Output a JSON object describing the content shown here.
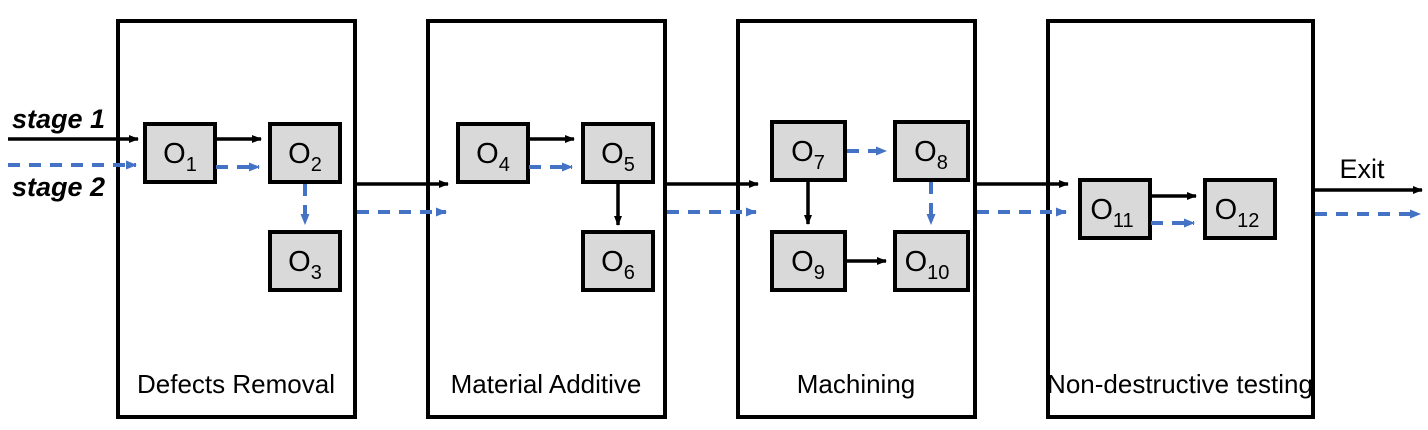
{
  "diagram": {
    "title": "Multi-stage manufacturing process flow",
    "colors": {
      "stage_border": "#000000",
      "operation_fill": "#D9D9D9",
      "operation_border": "#000000",
      "stage1_flow": "#000000",
      "stage2_flow": "#4472C4",
      "background": "#ffffff"
    },
    "flow_labels": {
      "stage1": "stage 1",
      "stage2": "stage 2",
      "exit": "Exit"
    },
    "stages": [
      {
        "id": "stage-defects-removal",
        "caption": "Defects Removal",
        "operations": [
          {
            "id": "O1",
            "base": "O",
            "sub": "1"
          },
          {
            "id": "O2",
            "base": "O",
            "sub": "2"
          },
          {
            "id": "O3",
            "base": "O",
            "sub": "3"
          }
        ],
        "edges": [
          {
            "from": "O1",
            "to": "O2",
            "type": "solid"
          },
          {
            "from": "O1",
            "to": "O2",
            "type": "dashed"
          },
          {
            "from": "O2",
            "to": "O3",
            "type": "dashed"
          }
        ]
      },
      {
        "id": "stage-material-additive",
        "caption": "Material Additive",
        "operations": [
          {
            "id": "O4",
            "base": "O",
            "sub": "4"
          },
          {
            "id": "O5",
            "base": "O",
            "sub": "5"
          },
          {
            "id": "O6",
            "base": "O",
            "sub": "6"
          }
        ],
        "edges": [
          {
            "from": "O4",
            "to": "O5",
            "type": "solid"
          },
          {
            "from": "O4",
            "to": "O5",
            "type": "dashed"
          },
          {
            "from": "O5",
            "to": "O6",
            "type": "solid"
          }
        ]
      },
      {
        "id": "stage-machining",
        "caption": "Machining",
        "operations": [
          {
            "id": "O7",
            "base": "O",
            "sub": "7"
          },
          {
            "id": "O8",
            "base": "O",
            "sub": "8"
          },
          {
            "id": "O9",
            "base": "O",
            "sub": "9"
          },
          {
            "id": "O10",
            "base": "O",
            "sub": "10"
          }
        ],
        "edges": [
          {
            "from": "O7",
            "to": "O8",
            "type": "dashed"
          },
          {
            "from": "O7",
            "to": "O9",
            "type": "solid"
          },
          {
            "from": "O9",
            "to": "O10",
            "type": "solid"
          },
          {
            "from": "O8",
            "to": "O10",
            "type": "dashed"
          }
        ]
      },
      {
        "id": "stage-non-destructive-testing",
        "caption": "Non-destructive testing",
        "operations": [
          {
            "id": "O11",
            "base": "O",
            "sub": "11"
          },
          {
            "id": "O12",
            "base": "O",
            "sub": "12"
          }
        ],
        "edges": [
          {
            "from": "O11",
            "to": "O12",
            "type": "solid"
          },
          {
            "from": "O11",
            "to": "O12",
            "type": "dashed"
          }
        ]
      }
    ],
    "inter_stage_connections": [
      {
        "from": "stage-defects-removal",
        "to": "stage-material-additive",
        "types": [
          "solid",
          "dashed"
        ]
      },
      {
        "from": "stage-material-additive",
        "to": "stage-machining",
        "types": [
          "solid",
          "dashed"
        ]
      },
      {
        "from": "stage-machining",
        "to": "stage-non-destructive-testing",
        "types": [
          "solid",
          "dashed"
        ]
      },
      {
        "from": "stage-non-destructive-testing",
        "to": "exit",
        "types": [
          "solid",
          "dashed"
        ]
      }
    ]
  }
}
